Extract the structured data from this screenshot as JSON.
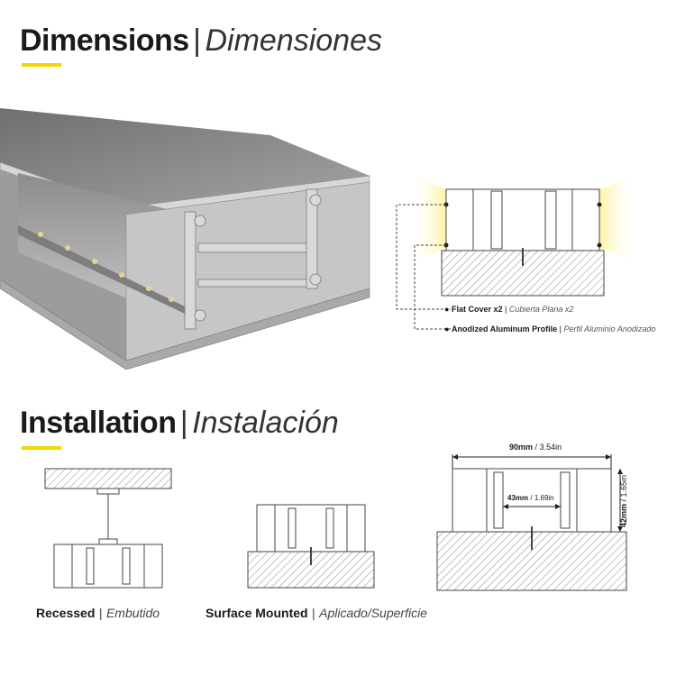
{
  "sections": {
    "dimensions": {
      "title": "Dimensions",
      "separator": "|",
      "subtitle": "Dimensiones"
    },
    "installation": {
      "title": "Installation",
      "separator": "|",
      "subtitle": "Instalación"
    }
  },
  "legend": {
    "flat_cover": {
      "label": "Flat Cover x2",
      "separator": "|",
      "translation": "Cubierta Plana x2"
    },
    "profile": {
      "label": "Anodized Aluminum Profile",
      "separator": "|",
      "translation": "Perfil Aluminio Anodizado"
    }
  },
  "installation_types": {
    "recessed": {
      "label": "Recessed",
      "separator": "|",
      "translation": "Embutido"
    },
    "surface": {
      "label": "Surface Mounted",
      "separator": "|",
      "translation": "Aplicado/Superficie"
    }
  },
  "measurements": {
    "width": {
      "metric": "90mm",
      "separator": "/",
      "imperial": "3.54in"
    },
    "inner": {
      "metric": "43mm",
      "separator": "/",
      "imperial": "1.69in"
    },
    "height": {
      "metric": "42mm",
      "separator": "/",
      "imperial": "1.65in"
    }
  },
  "colors": {
    "accent": "#f2d600",
    "profile": "#b9b9b9",
    "light_glow": "#fff3a0"
  }
}
